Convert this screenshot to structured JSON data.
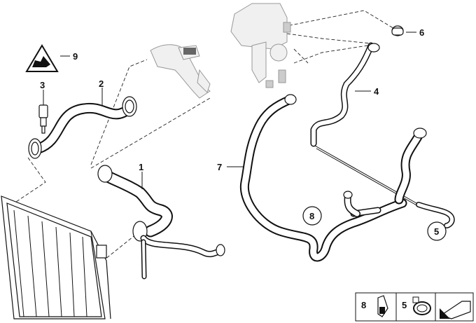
{
  "callouts": [
    {
      "id": "1",
      "label": "1"
    },
    {
      "id": "2",
      "label": "2"
    },
    {
      "id": "3",
      "label": "3"
    },
    {
      "id": "4",
      "label": "4"
    },
    {
      "id": "5",
      "label": "5"
    },
    {
      "id": "6",
      "label": "6"
    },
    {
      "id": "7",
      "label": "7"
    },
    {
      "id": "8",
      "label": "8"
    },
    {
      "id": "9",
      "label": "9"
    }
  ],
  "legend": {
    "item_a": "8",
    "item_b": "5"
  }
}
